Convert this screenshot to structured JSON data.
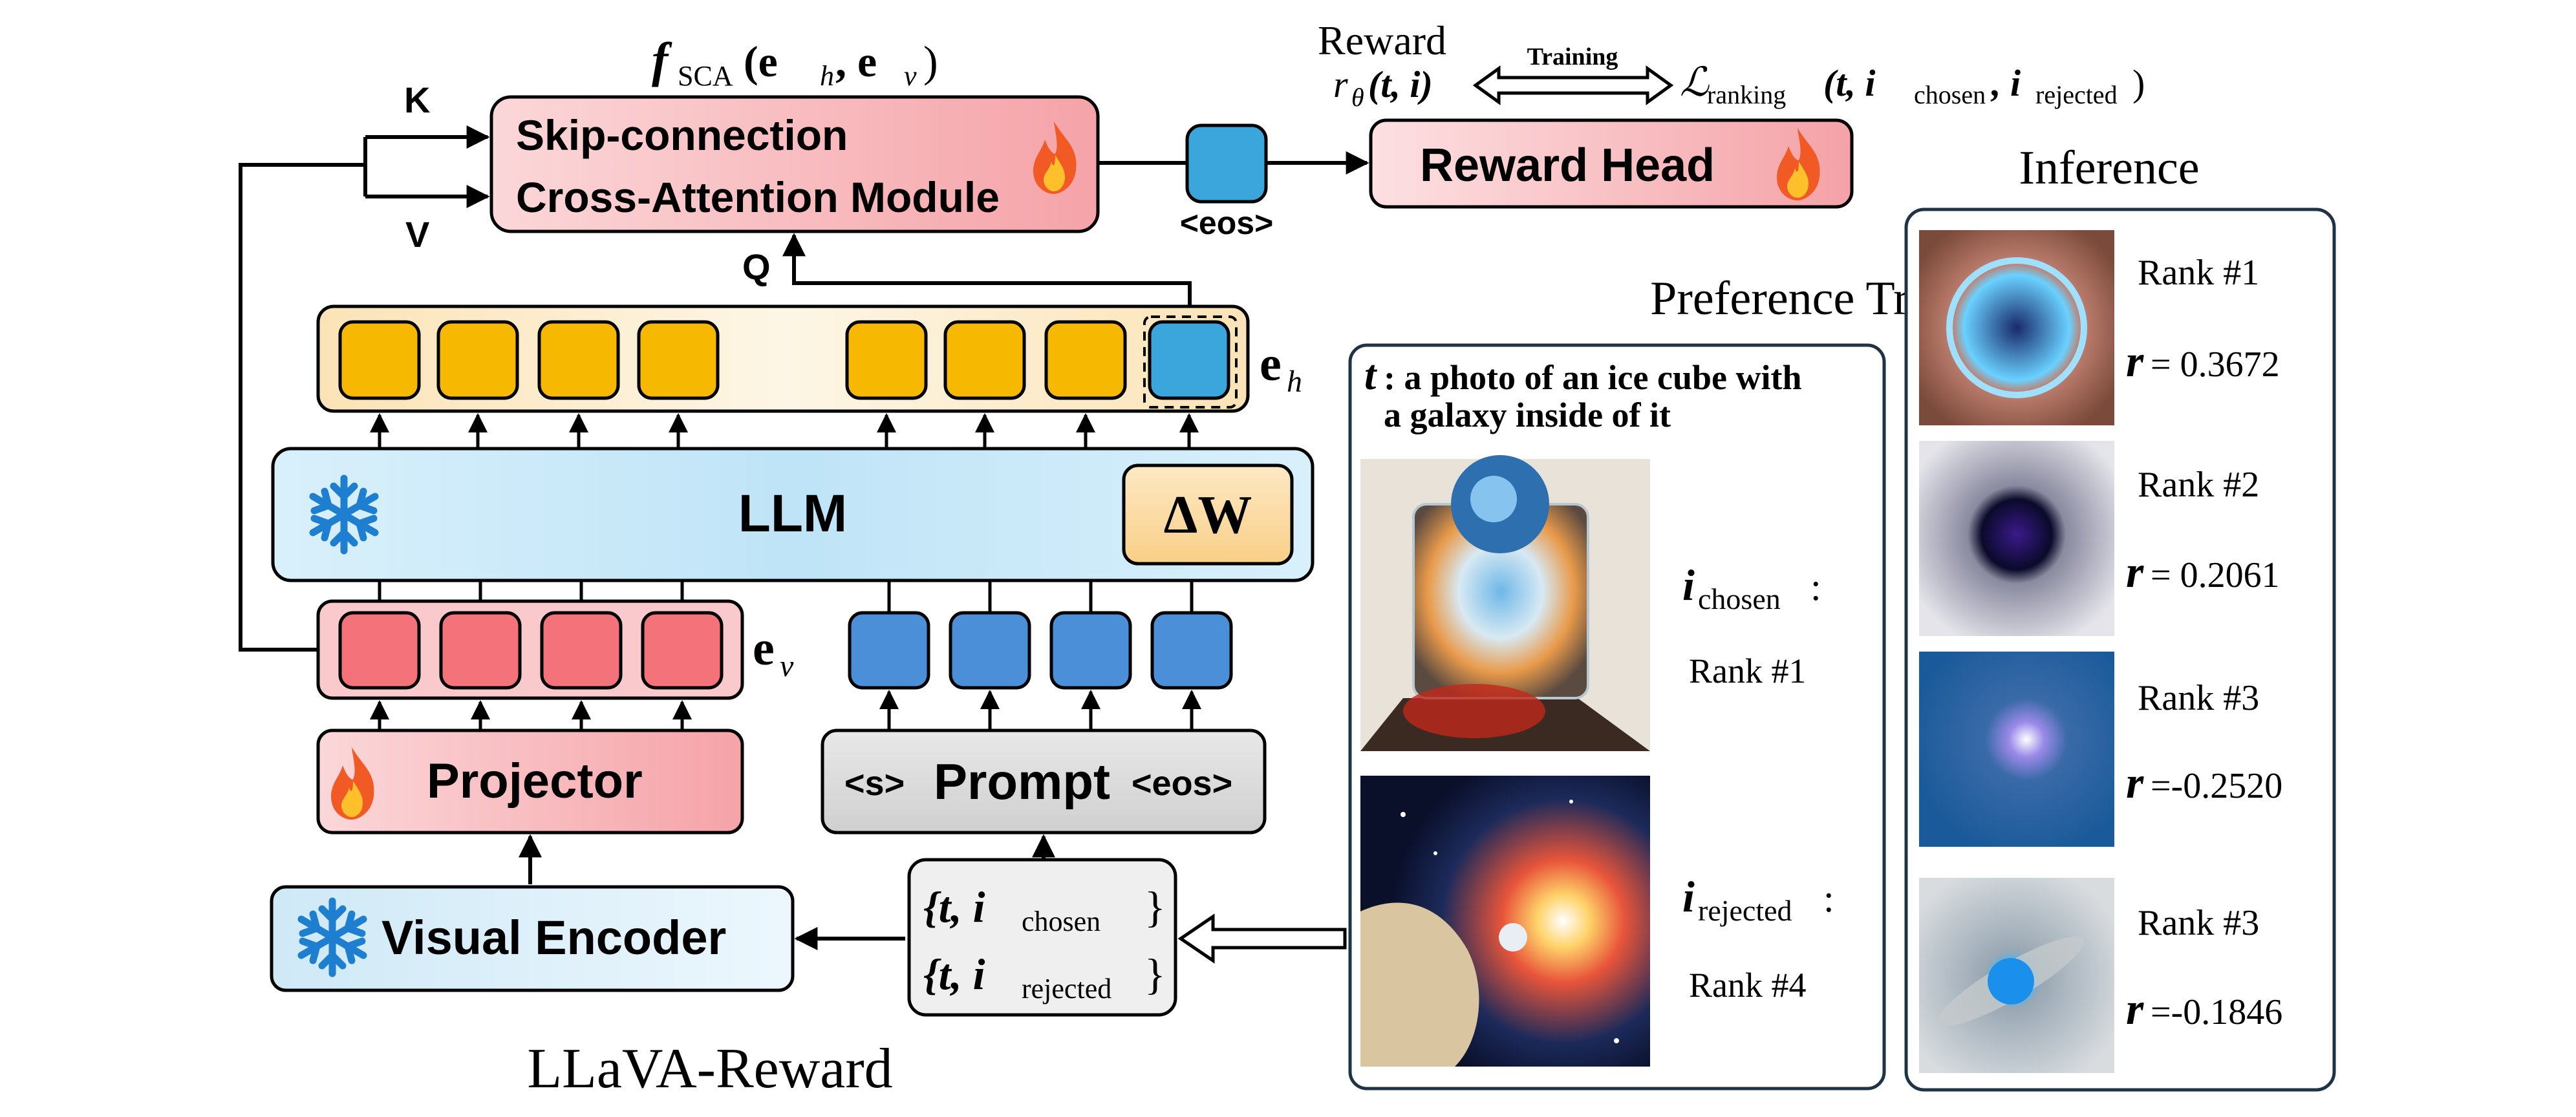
{
  "module": {
    "formula_f": "f",
    "formula_sub": "SCA",
    "formula_args": "(e",
    "formula_h": "h",
    "formula_comma": ", e",
    "formula_v": "v",
    "formula_close": ")",
    "label_line1": "Skip-connection",
    "label_line2": "Cross-Attention Module",
    "k": "K",
    "v": "V",
    "q": "Q"
  },
  "eos_token": "<eos>",
  "reward": {
    "title": "Reward",
    "r": "r",
    "r_sub": "θ",
    "r_args": "(t, i)",
    "training": "Training",
    "loss_L": "ℒ",
    "loss_sub": "ranking",
    "loss_args_open": "(t, i",
    "loss_chosen": "chosen",
    "loss_mid": ", i",
    "loss_rejected": "rejected",
    "loss_close": ")",
    "head": "Reward Head"
  },
  "llm": {
    "label": "LLM",
    "delta": "ΔW",
    "eh_main": "e",
    "eh_sub": "h",
    "ev_main": "e",
    "ev_sub": "v"
  },
  "projector": "Projector",
  "prompt": {
    "s": "<s>",
    "label": "Prompt",
    "eos": "<eos>"
  },
  "visual_encoder": "Visual Encoder",
  "input_set": {
    "line1_open": "{t, i",
    "line1_sub": "chosen",
    "line1_close": "}",
    "line2_open": "{t, i",
    "line2_sub": "rejected",
    "line2_close": "}"
  },
  "caption": "LLaVA-Reward",
  "preference": {
    "title": "Preference Training Data",
    "t_label": "t",
    "prompt_line1": ": a photo of an ice cube with",
    "prompt_line2": "a galaxy inside of it",
    "chosen_i": "i",
    "chosen_sub": "chosen",
    "chosen_colon": ":",
    "chosen_rank": "Rank #1",
    "rejected_i": "i",
    "rejected_sub": "rejected",
    "rejected_colon": ":",
    "rejected_rank": "Rank #4"
  },
  "inference": {
    "title": "Inference",
    "r_symbol": "r",
    "items": [
      {
        "rank": "Rank #1",
        "score": "= 0.3672"
      },
      {
        "rank": "Rank #2",
        "score": "= 0.2061"
      },
      {
        "rank": "Rank #3",
        "score": "=-0.2520"
      },
      {
        "rank": "Rank #3",
        "score": "=-0.1846"
      }
    ]
  },
  "colors": {
    "red_token": "#f4727a",
    "blue_token": "#4a8fd8",
    "yellow_token": "#f6b800",
    "eos_token": "#3aa6dc",
    "llm_fill": "#cdeaf8",
    "head_fill": "#f7b3b8",
    "snowflake": "#1e7fd0",
    "flame": "#f15a24"
  }
}
